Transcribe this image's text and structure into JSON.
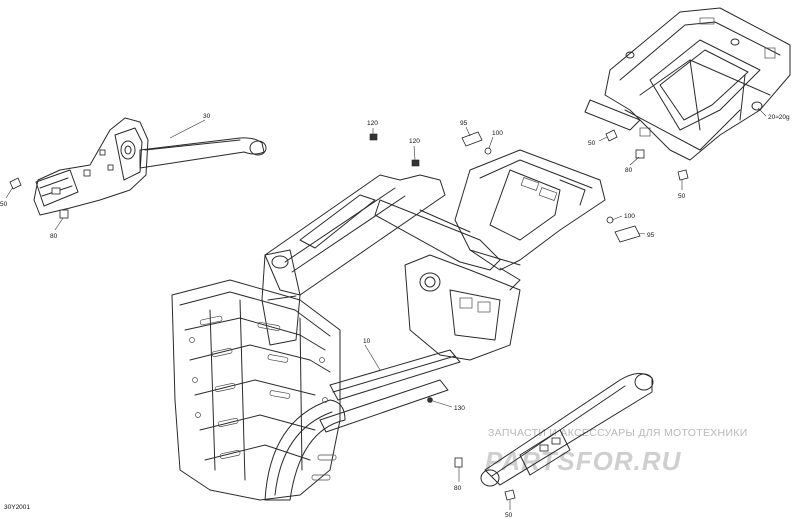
{
  "diagram_code": "30Y2001",
  "callouts": {
    "c10": "10",
    "c20": "20≈20g",
    "c30": "30",
    "c50a": "50",
    "c50b": "50",
    "c50c": "50",
    "c50d": "50",
    "c80a": "80",
    "c80b": "80",
    "c80c": "80",
    "c95a": "95",
    "c95b": "95",
    "c100a": "100",
    "c100b": "100",
    "c120a": "120",
    "c120b": "120",
    "c130": "130"
  },
  "watermark": {
    "line1": "ЗАПЧАСТИ И АКСЕССУАРЫ ДЛЯ МОТОТЕХНИКИ",
    "brand": "PARTSFOR.RU"
  }
}
